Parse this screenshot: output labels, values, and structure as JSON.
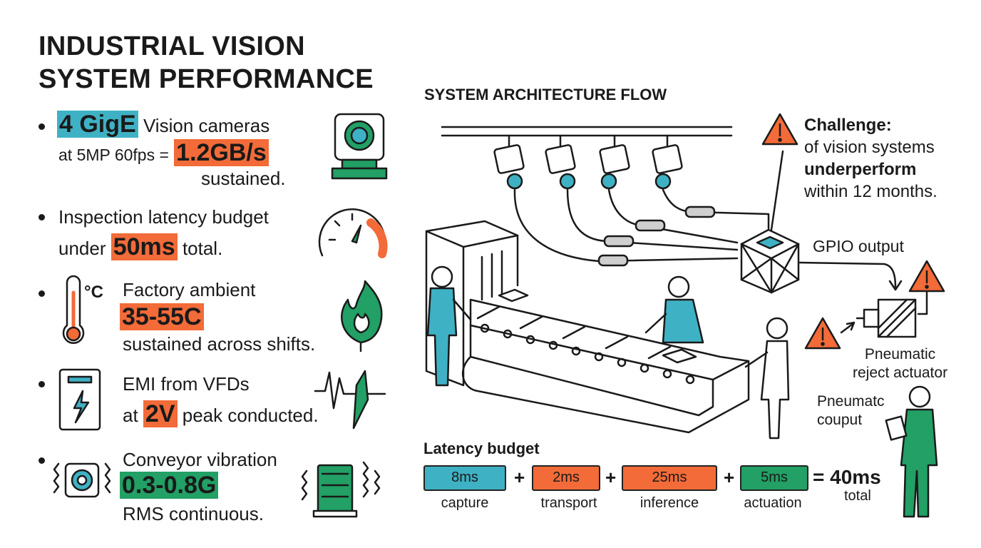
{
  "title": {
    "line1": "INDUSTRIAL VISION",
    "line2": "SYSTEM PERFORMANCE"
  },
  "bullets": {
    "cameras": {
      "highlight": "4 GigE",
      "text1": "Vision cameras",
      "text2": "at 5MP 60fps =",
      "value": "1.2GB/s",
      "text3": "sustained."
    },
    "latency": {
      "text1": "Inspection latency budget",
      "text2": "under",
      "value": "50ms",
      "text3": "total."
    },
    "ambient": {
      "unit": "°C",
      "text1": "Factory ambient",
      "value": "35-55C",
      "text2": "sustained across shifts."
    },
    "emi": {
      "text1": "EMI from VFDs",
      "text2": "at",
      "value": "2V",
      "text3": "peak conducted."
    },
    "vibration": {
      "text1": "Conveyor vibration",
      "value": "0.3-0.8G",
      "text2": "RMS continuous."
    }
  },
  "architecture": {
    "title": "SYSTEM ARCHITECTURE FLOW",
    "challenge": {
      "heading": "Challenge:",
      "line1": "of vision systems",
      "line2": "underperform",
      "line3": "within 12 months."
    },
    "gpio": "GPIO output",
    "actuator": {
      "line1": "Pneumatic",
      "line2": "reject actuator"
    },
    "output": {
      "line1": "Pneumatc",
      "line2": "couput"
    }
  },
  "latency_budget": {
    "title": "Latency budget",
    "stages": [
      {
        "value": "8ms",
        "label": "capture",
        "color": "#3fb1c4"
      },
      {
        "value": "2ms",
        "label": "transport",
        "color": "#f26b38"
      },
      {
        "value": "25ms",
        "label": "inference",
        "color": "#f26b38"
      },
      {
        "value": "5ms",
        "label": "actuation",
        "color": "#22a065"
      }
    ],
    "plus": "+",
    "total": "= 40ms",
    "total_label": "total"
  },
  "colors": {
    "teal": "#3fb1c4",
    "orange": "#f26b38",
    "green": "#22a065",
    "ink": "#1a1a1a"
  }
}
